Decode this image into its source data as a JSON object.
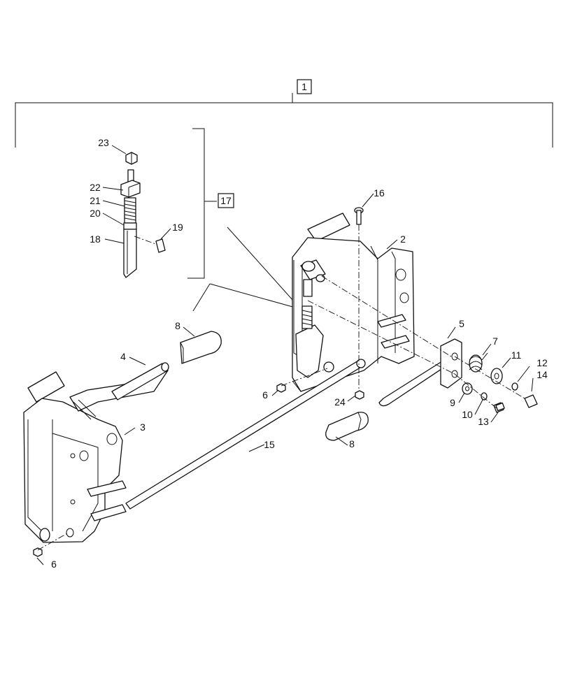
{
  "callouts": {
    "c1": "1",
    "c2": "2",
    "c3": "3",
    "c4": "4",
    "c5": "5",
    "c6a": "6",
    "c6b": "6",
    "c7": "7",
    "c8a": "8",
    "c8b": "8",
    "c9": "9",
    "c10": "10",
    "c11": "11",
    "c12": "12",
    "c13": "13",
    "c14": "14",
    "c15": "15",
    "c16": "16",
    "c17": "17",
    "c18": "18",
    "c19": "19",
    "c20": "20",
    "c21": "21",
    "c22": "22",
    "c23": "23",
    "c24": "24"
  }
}
